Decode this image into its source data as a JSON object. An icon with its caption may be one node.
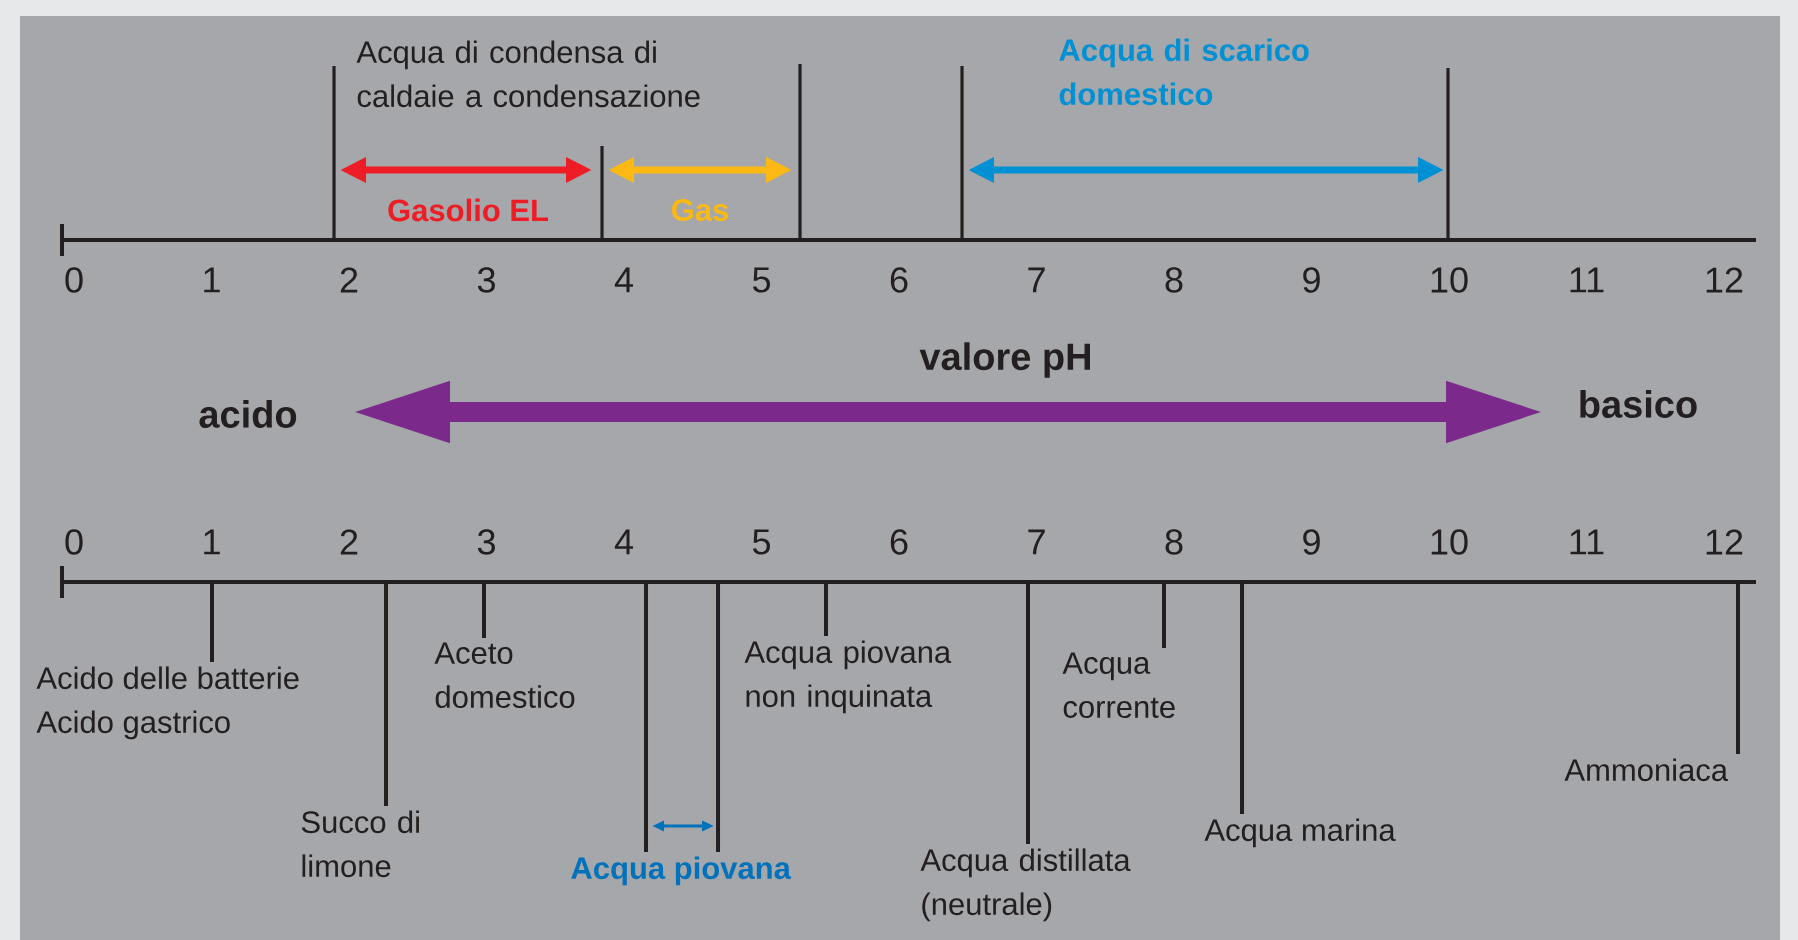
{
  "diagram": {
    "nodes": [
      {
        "text": [
          "Acido delle batterie",
          "Acido gastrico"
        ]
      },
      {
        "text": [
          "Succo di limone"
        ]
      },
      {
        "text": [
          "Aceto domestico"
        ]
      },
      {
        "text": [
          "Acqua piovana"
        ]
      },
      {
        "text": [
          "Acqua piovana non inquinata"
        ]
      },
      {
        "text": [
          "Acqua distillata (neutrale)"
        ]
      },
      {
        "text": [
          "Acqua corrente"
        ]
      },
      {
        "text": [
          "Acqua marina"
        ]
      },
      {
        "text": [
          "Ammoniaca"
        ]
      }
    ],
    "edges": [
      {
        "from": 0,
        "to": null,
        "arrow": "none"
      },
      {
        "from": 1,
        "to": null,
        "arrow": "none"
      },
      {
        "from": 2,
        "to": null,
        "arrow": "none"
      },
      {
        "from": 3,
        "to": null,
        "arrow": "none"
      },
      {
        "from": 3,
        "to": null,
        "arrow": "none"
      },
      {
        "from": 4,
        "to": null,
        "arrow": "none"
      },
      {
        "from": 5,
        "to": null,
        "arrow": "none"
      },
      {
        "from": 6,
        "to": null,
        "arrow": "none"
      },
      {
        "from": 7,
        "to": null,
        "arrow": "none"
      },
      {
        "from": 8,
        "to": null,
        "arrow": "none"
      }
    ],
    "labels": [
      "Acqua di condensa di caldaie a condensazione",
      "Acqua di scarico domestico",
      "Gasolio EL",
      "Gas",
      "0",
      "1",
      "2",
      "3",
      "4",
      "5",
      "6",
      "7",
      "8",
      "9",
      "10",
      "11",
      "12",
      "valore pH",
      "acido",
      "basico",
      "0",
      "1",
      "2",
      "3",
      "4",
      "5",
      "6",
      "7",
      "8",
      "9",
      "10",
      "11",
      "12"
    ]
  }
}
